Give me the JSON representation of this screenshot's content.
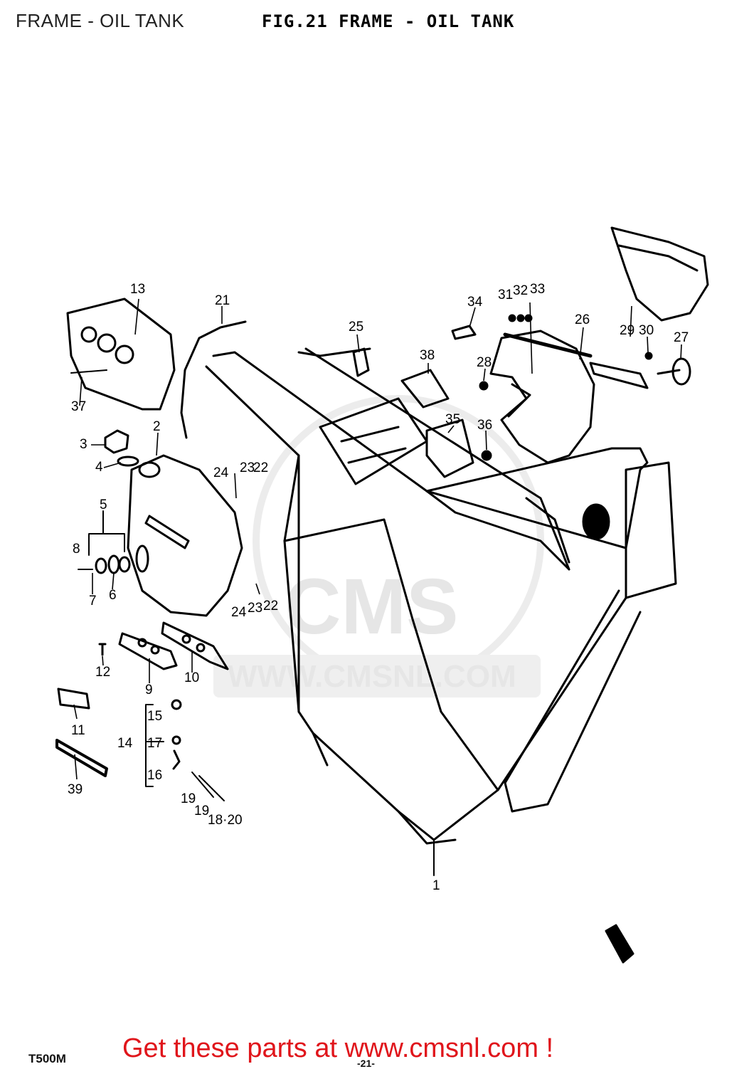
{
  "header": {
    "left_title": "FRAME - OIL TANK",
    "fig_title": "FIG.21  FRAME - OIL TANK"
  },
  "watermark": {
    "brand": "CMS",
    "url": "WWW.CMSNL.COM"
  },
  "footer": {
    "model": "T500M",
    "page_number": "-21-",
    "cta": "Get these parts at www.cmsnl.com !"
  },
  "callouts": [
    "1",
    "2",
    "3",
    "4",
    "5",
    "6",
    "7",
    "8",
    "9",
    "10",
    "11",
    "12",
    "13",
    "14",
    "15",
    "16",
    "17",
    "18·20",
    "19",
    "19",
    "21",
    "22",
    "23",
    "24",
    "22",
    "23",
    "24",
    "25",
    "26",
    "27",
    "28",
    "29",
    "30",
    "31",
    "32",
    "33",
    "34",
    "35",
    "36",
    "37",
    "38",
    "39"
  ],
  "colors": {
    "ink": "#000000",
    "cta": "#e0151b",
    "watermark": "#e6e6e6"
  }
}
